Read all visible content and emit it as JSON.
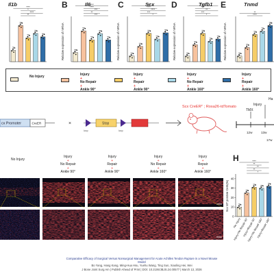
{
  "panel_letters": [
    "B",
    "C",
    "D",
    "E",
    "H"
  ],
  "legend": {
    "items": [
      {
        "lines": [
          "No Injury"
        ],
        "color": "#f3ead0"
      },
      {
        "lines": [
          "Injury",
          "+",
          "No Repair",
          "+",
          "Ankle 90°"
        ],
        "color": "#f7c29e"
      },
      {
        "lines": [
          "Injury",
          "+",
          "Repair",
          "+",
          "Ankle 90°"
        ],
        "color": "#f6cd67"
      },
      {
        "lines": [
          "Injury",
          "+",
          "No Repair",
          "+",
          "Ankle 160°"
        ],
        "color": "#a9d8e8"
      },
      {
        "lines": [
          "Injury",
          "+",
          "Repair",
          "+",
          "Ankle 160°"
        ],
        "color": "#2f6ea8"
      }
    ]
  },
  "schematic": {
    "promoter": "cx Promoter",
    "creert": "CreER",
    "cross": "×",
    "loxp1": "loxp",
    "stop": "Stop",
    "loxp2": "loxp",
    "mouse_label": "Scx CreERᵀ ; Rosa26-tdTomato"
  },
  "timeline": {
    "events": [
      "TMX",
      "Injury",
      "Ha"
    ],
    "weeks": [
      "12w",
      "13w",
      "17w"
    ]
  },
  "micro_labels": [
    [
      "No Injury"
    ],
    [
      "Injury",
      "+",
      "No Repair",
      "+",
      "Ankle 90°"
    ],
    [
      "Injury",
      "+",
      "Repair",
      "+",
      "Ankle 90°"
    ],
    [
      "Injury",
      "+",
      "No Repair",
      "+",
      "Ankle 160°"
    ],
    [
      "Injury",
      "+",
      "Repair",
      "+",
      "Ankle 160°"
    ]
  ],
  "caption": {
    "title": "Comparative Efficacy of Surgical Versus Nonsurgical Management for Acute Achilles Tendon Rupture in a Novel Mouse Model",
    "authors": "Bo Yang, Hang Kang, Ming-Hua Hsu, Yuehu Wang, Ting Sun, Xiaoling Hei, Wei",
    "journal": "J Bone Joint Surg Am | Publish Ahead of Print | DOI: 10.2106/JBJS.24.00577 | March 13, 2026"
  },
  "chart_data": [
    {
      "type": "bar",
      "title": "Il1b",
      "ylabel": "",
      "categories": [
        "No Injury",
        "Injury+No Repair+Ankle 90°",
        "Injury+Repair+Ankle 90°",
        "Injury+No Repair+Ankle 160°",
        "Injury+Repair+Ankle 160°"
      ],
      "values": [
        1.0,
        3.2,
        2.1,
        2.5,
        2.2
      ],
      "ylim": [
        0,
        4
      ],
      "significance": [
        "****",
        "*",
        "****",
        "**"
      ]
    },
    {
      "type": "bar",
      "title": "Il6",
      "ylabel": "Relative expression of mRNA",
      "categories": [
        "No Injury",
        "Injury+No Repair+Ankle 90°",
        "Injury+Repair+Ankle 90°",
        "Injury+No Repair+Ankle 160°",
        "Injury+Repair+Ankle 160°"
      ],
      "values": [
        1.0,
        3.4,
        2.4,
        3.1,
        2.4
      ],
      "ylim": [
        0,
        5
      ],
      "significance": [
        "****",
        "****",
        "***",
        "**",
        "***"
      ]
    },
    {
      "type": "bar",
      "title": "Scx",
      "ylabel": "Relative expression of mRNA",
      "categories": [
        "No Injury",
        "Injury+No Repair+Ankle 90°",
        "Injury+Repair+Ankle 90°",
        "Injury+No Repair+Ankle 160°",
        "Injury+Repair+Ankle 160°"
      ],
      "values": [
        1.0,
        2.7,
        5.0,
        4.0,
        5.1
      ],
      "ylim": [
        0,
        8
      ],
      "significance": [
        "****",
        "****",
        "****",
        "***",
        "*"
      ]
    },
    {
      "type": "bar",
      "title": "Tgfb1",
      "ylabel": "Relative expression of mRNA",
      "categories": [
        "No Injury",
        "Injury+No Repair+Ankle 90°",
        "Injury+Repair+Ankle 90°",
        "Injury+No Repair+Ankle 160°",
        "Injury+Repair+Ankle 160°"
      ],
      "values": [
        1.0,
        3.0,
        5.0,
        3.6,
        4.0
      ],
      "ylim": [
        0,
        8
      ],
      "significance": [
        "****",
        "***",
        "**",
        "***",
        "*"
      ]
    },
    {
      "type": "bar",
      "title": "Tnmd",
      "ylabel": "Relative expression of mRNA",
      "categories": [
        "No Injury",
        "Injury+No Repair+Ankle 90°",
        "Injury+Repair+Ankle 90°",
        "Injury+No Repair+Ankle 160°",
        "Injury+Repair+Ankle 160°"
      ],
      "values": [
        1.0,
        2.5,
        4.8,
        5.4,
        6.4
      ],
      "ylim": [
        0,
        8
      ],
      "significance": [
        "**",
        "****"
      ]
    },
    {
      "type": "bar",
      "title": "",
      "ylabel": "Scx tdT positive Cells(%)",
      "categories": [
        "No Injury",
        "Injury+No Repair+Ankle 90°",
        "Injury+Repair+Ankle 90°",
        "Injury+No Repair+Ankle 160°",
        "Injury+Repair+Ankle 160°"
      ],
      "values": [
        10,
        25,
        31,
        30,
        32
      ],
      "ylim": [
        0,
        45
      ],
      "yticks": [
        0,
        10,
        20,
        30,
        40
      ],
      "xtick_labels": [
        "No Injury",
        "Injury+No Repair 90°",
        "Injury+Repair 90°",
        "Injury+No Repair 160°",
        "Injury+Repair 160°"
      ],
      "significance": [
        "****",
        "**",
        "**",
        "**",
        "*"
      ]
    }
  ],
  "colors": {
    "bars": [
      "#f3ead0",
      "#f7c29e",
      "#f6cd67",
      "#a9d8e8",
      "#2f6ea8"
    ],
    "barH": [
      "#efe6c8",
      "#f4b98e",
      "#f2c453",
      "#9fd3e6",
      "#2f6ea8"
    ],
    "accent_red": "#e8312d",
    "mouse_red": "#e05a5a"
  }
}
